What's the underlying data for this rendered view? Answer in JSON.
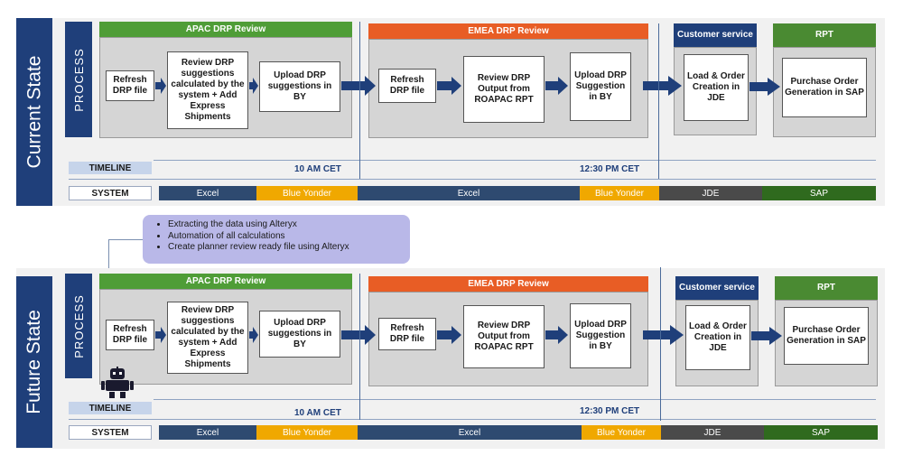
{
  "colors": {
    "navy": "#1f3f7a",
    "green": "#4f9d37",
    "orange": "#e85d25",
    "excel": "#2e4a70",
    "blue_yonder": "#f0a800",
    "jde": "#4a4a4a",
    "sap": "#2f6a1e",
    "note": "#b9b8e8"
  },
  "current": {
    "label": "Current State",
    "process_label": "PROCESS",
    "headers": {
      "apac": "APAC DRP Review",
      "emea": "EMEA DRP Review",
      "customer_service": "Customer service",
      "rpt": "RPT"
    },
    "steps": {
      "apac_refresh": "Refresh DRP file",
      "apac_review": "Review DRP suggestions calculated by the system + Add Express Shipments",
      "apac_upload": "Upload DRP suggestions in BY",
      "emea_refresh": "Refresh DRP file",
      "emea_review": "Review DRP Output from ROAPAC RPT",
      "emea_upload": "Upload DRP Suggestion in BY",
      "cs_load": "Load & Order Creation in JDE",
      "rpt_po": "Purchase Order Generation in SAP"
    },
    "timeline": {
      "label": "TIMELINE",
      "t1": "10 AM CET",
      "t2": "12:30 PM CET"
    },
    "system": {
      "label": "SYSTEM",
      "segments": [
        "Excel",
        "Blue Yonder",
        "Excel",
        "Blue Yonder",
        "JDE",
        "SAP"
      ]
    }
  },
  "note": {
    "items": [
      "Extracting the data using Alteryx",
      "Automation of all calculations",
      "Create planner review ready file using Alteryx"
    ],
    "robot_icon": "robot-icon"
  },
  "future": {
    "label": "Future State",
    "process_label": "PROCESS",
    "headers": {
      "apac": "APAC DRP Review",
      "emea": "EMEA DRP Review",
      "customer_service": "Customer service",
      "rpt": "RPT"
    },
    "steps": {
      "apac_refresh": "Refresh DRP file",
      "apac_review": "Review DRP suggestions calculated by the system + Add Express Shipments",
      "apac_upload": "Upload DRP suggestions in BY",
      "emea_refresh": "Refresh DRP file",
      "emea_review": "Review DRP Output from ROAPAC RPT",
      "emea_upload": "Upload DRP Suggestion in BY",
      "cs_load": "Load & Order Creation in JDE",
      "rpt_po": "Purchase Order Generation in SAP"
    },
    "timeline": {
      "label": "TIMELINE",
      "t1": "10 AM CET",
      "t2": "12:30 PM CET"
    },
    "system": {
      "label": "SYSTEM",
      "segments": [
        "Excel",
        "Blue Yonder",
        "Excel",
        "Blue Yonder",
        "JDE",
        "SAP"
      ]
    }
  }
}
